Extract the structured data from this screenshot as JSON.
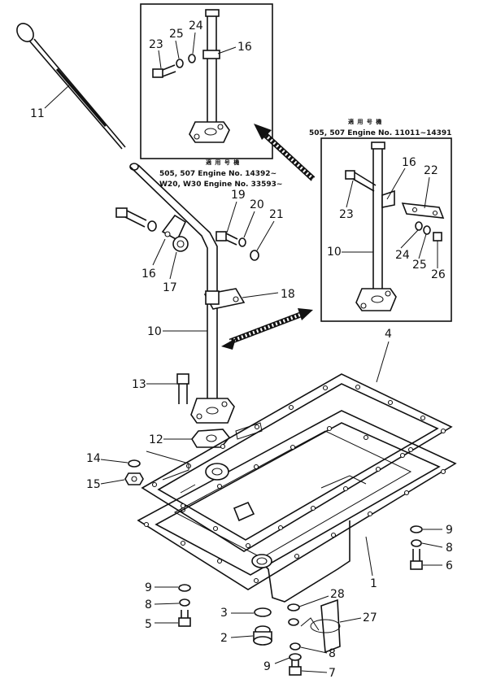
{
  "inset_top": {
    "label_jp": "適 用 号 機",
    "line1": "505, 507  Engine No. 14392~",
    "line2": "W20, W30 Engine No. 33593~"
  },
  "inset_right": {
    "label_jp": "適 用 号 機",
    "line1": "505, 507 Engine No. 11011~14391"
  },
  "callouts": {
    "c11": "11",
    "c23a": "23",
    "c25a": "25",
    "c24a": "24",
    "c16a": "16",
    "c16b": "16",
    "c17": "17",
    "c19": "19",
    "c20": "20",
    "c21": "21",
    "c18": "18",
    "c10a": "10",
    "c13": "13",
    "c12": "12",
    "c14": "14",
    "c15": "15",
    "c4": "4",
    "c1": "1",
    "c9a": "9",
    "c8a": "8",
    "c6": "6",
    "c9b": "9",
    "c8b": "8",
    "c5": "5",
    "c3": "3",
    "c2": "2",
    "c28": "28",
    "c27": "27",
    "c8c": "8",
    "c9c": "9",
    "c7": "7",
    "c16c": "16",
    "c22": "22",
    "c23b": "23",
    "c10b": "10",
    "c24b": "24",
    "c25b": "25",
    "c26": "26"
  }
}
